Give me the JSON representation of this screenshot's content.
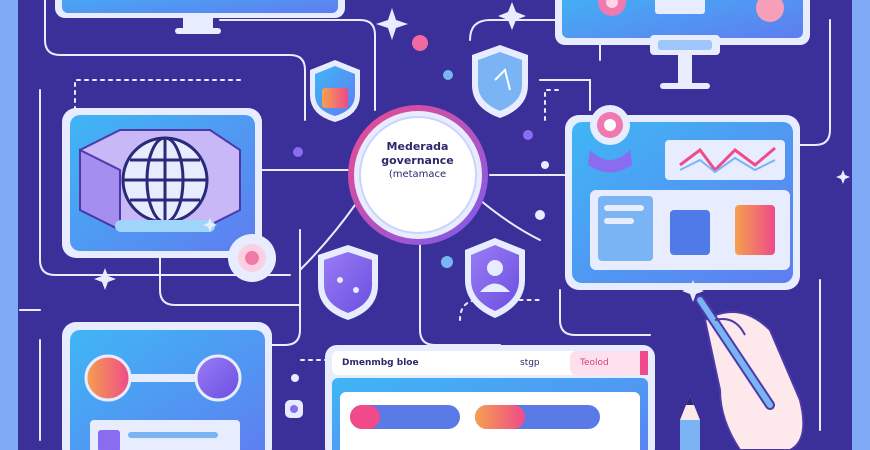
{
  "hub": {
    "title_lines": [
      "Mederada",
      "governance"
    ],
    "subtitle": "(metamace"
  },
  "bottom_panel": {
    "tab_left": "Dmenmbg bloe",
    "tab_mid": "stgp",
    "tab_right": "Teolod"
  },
  "colors": {
    "background": "#3b2f9a",
    "panel_blue": "#4fa0f0",
    "accent_pink": "#f0508a",
    "accent_purple": "#8a5cf0",
    "line": "#e8ecff"
  },
  "icons": [
    "globe-icon",
    "shield-icon",
    "lock-shield-icon",
    "user-shield-icon",
    "gear-icon",
    "sparkle-icon",
    "line-chart-icon",
    "hand-pen-icon",
    "pencil-icon"
  ]
}
